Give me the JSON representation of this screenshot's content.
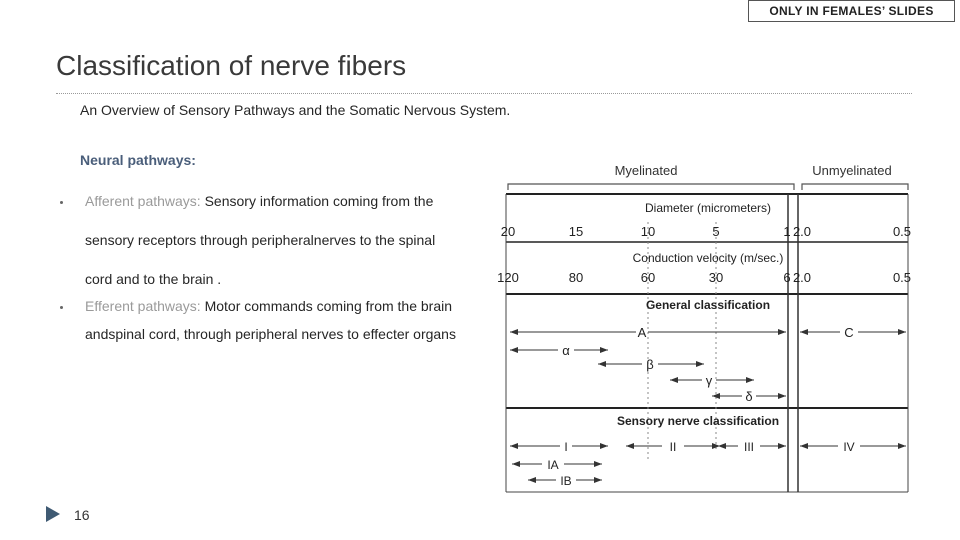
{
  "badge": "ONLY IN FEMALES’ SLIDES",
  "title": "Classification of nerve fibers",
  "bullets": {
    "b1_marker": "",
    "b1_text": "An Overview of Sensory Pathways and the Somatic Nervous System.",
    "b2_marker": "",
    "b2_text": "Neural pathways:",
    "b3_label": "Afferent pathways:",
    "b3_line1": " Sensory information coming from the",
    "b3_line2": "sensory  receptors through peripheralnerves to the spinal",
    "b3_line3": "cord  and to the brain .",
    "b4_label": "Efferent pathways:",
    "b4_line1": " Motor commands coming from the brain",
    "b4_line2": "andspinal cord, through peripheral nerves to effecter organs"
  },
  "figure": {
    "myelinated": "Myelinated",
    "unmyelinated": "Unmyelinated",
    "diameter_label": "Diameter (micrometers)",
    "diameter_ticks": [
      "20",
      "15",
      "10",
      "5",
      "1",
      "2.0",
      "0.5"
    ],
    "velocity_label": "Conduction velocity (m/sec.)",
    "velocity_ticks": [
      "120",
      "80",
      "60",
      "30",
      "6",
      "2.0",
      "0.5"
    ],
    "general_label": "General classification",
    "general_A": "A",
    "general_C": "C",
    "alpha": "α",
    "beta": "β",
    "gamma": "γ",
    "delta": "δ",
    "sensory_label": "Sensory nerve classification",
    "s_I": "I",
    "s_II": "II",
    "s_III": "III",
    "s_IV": "IV",
    "s_IA": "IA",
    "s_IB": "IB"
  },
  "footer": {
    "page": "16"
  }
}
